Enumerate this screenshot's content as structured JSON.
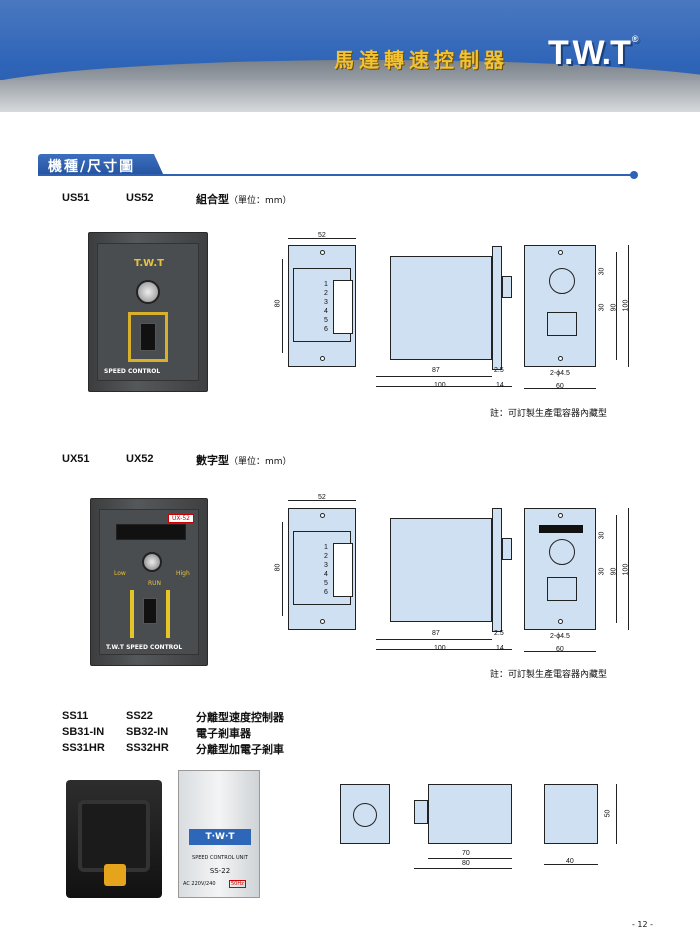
{
  "header": {
    "title": "馬達轉速控制器",
    "brand": "T.W.T",
    "reg": "®"
  },
  "section": {
    "title": "機種/尺寸圖"
  },
  "group1": {
    "model_a": "US51",
    "model_b": "US52",
    "type": "組合型",
    "unit": "（單位：mm）",
    "panel_brand": "T.W.T",
    "panel_label": "SPEED CONTROL",
    "dims": {
      "w52": "52",
      "h80": "80",
      "d87": "87",
      "d2_5": "2.5",
      "d100": "100",
      "d14": "14",
      "holes": "2-ϕ4.5",
      "w60": "60",
      "h30a": "30",
      "h30b": "30",
      "h90": "90",
      "h100": "100"
    },
    "terminals": [
      "1",
      "2",
      "3",
      "4",
      "5",
      "6"
    ],
    "note": "註：可訂製生產電容器內藏型"
  },
  "group2": {
    "model_a": "UX51",
    "model_b": "UX52",
    "type": "數字型",
    "unit": "（單位：mm）",
    "panel_badge": "UX-52",
    "panel_low": "Low",
    "panel_high": "High",
    "panel_run": "RUN",
    "panel_brand": "T.W.T",
    "panel_label": "SPEED CONTROL",
    "dims": {
      "w52": "52",
      "h80": "80",
      "d87": "87",
      "d2_5": "2.5",
      "d100": "100",
      "d14": "14",
      "holes": "2-ϕ4.5",
      "w60": "60",
      "h30a": "30",
      "h30b": "30",
      "h90": "90",
      "h100": "100"
    },
    "terminals": [
      "1",
      "2",
      "3",
      "4",
      "5",
      "6"
    ],
    "note": "註：可訂製生產電容器內藏型"
  },
  "group3": {
    "rows": [
      {
        "a": "SS11",
        "b": "SS22",
        "desc": "分離型速度控制器"
      },
      {
        "a": "SB31-IN",
        "b": "SB32-IN",
        "desc": "電子剎車器"
      },
      {
        "a": "SS31HR",
        "b": "SS32HR",
        "desc": "分離型加電子剎車"
      }
    ],
    "unit_brand": "T·W·T",
    "unit_name": "SPEED CONTROL UNIT",
    "unit_model": "SS-22",
    "unit_ac": "AC 220V/240",
    "unit_hz": "50Hz",
    "dims": {
      "d70": "70",
      "d80": "80",
      "d40": "40",
      "h50": "50"
    }
  },
  "page": {
    "number": "- 12 -"
  }
}
